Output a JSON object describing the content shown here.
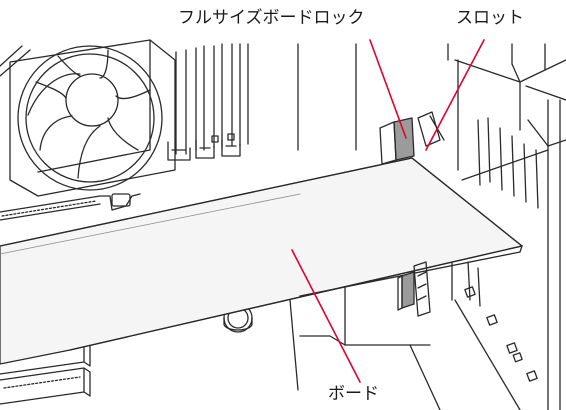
{
  "labels": {
    "full_size_board_lock": "フルサイズボードロック",
    "slot": "スロット",
    "board": "ボード"
  },
  "colors": {
    "line": "#2a2a2a",
    "callout": "#e5002d",
    "lock_highlight": "#9b9b9b",
    "board_face": "#f5f5f5"
  }
}
